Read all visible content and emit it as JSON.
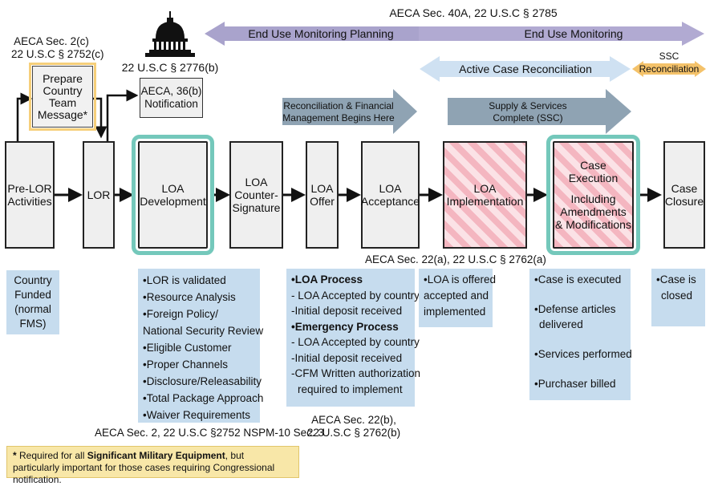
{
  "legal": {
    "aeca40a": "AECA Sec. 40A, 22 U.S.C § 2785",
    "aeca2c_line1": "AECA Sec. 2(c)",
    "aeca2c_line2": "22 U.S.C § 2752(c)",
    "usc2776b": "22 U.S.C § 2776(b)",
    "aeca22a": "AECA Sec. 22(a), 22 U.S.C § 2762(a)",
    "aeca2_nspm": "AECA Sec. 2, 22 U.S.C §2752 NSPM-10 Sec. 3",
    "aeca22b_line1": "AECA Sec. 22(b),",
    "aeca22b_line2": "22 U.S.C § 2762(b)"
  },
  "arrows": {
    "end_use_planning": "End Use Monitoring Planning",
    "end_use_monitoring": "End Use Monitoring",
    "active_case_reconciliation": "Active Case Reconciliation",
    "ssc_line1": "SSC",
    "ssc_line2": "Reconciliation",
    "recon_line1": "Reconciliation & Financial",
    "recon_line2": "Management Begins Here",
    "supply_line1": "Supply & Services",
    "supply_line2": "Complete (SSC)"
  },
  "top_boxes": {
    "prepare_country": [
      "Prepare",
      "Country",
      "Team",
      "Message*"
    ],
    "notification": [
      "AECA, 36(b)",
      "Notification"
    ]
  },
  "stages": {
    "pre_lor": [
      "Pre-LOR",
      "Activities"
    ],
    "lor": [
      "LOR"
    ],
    "loa_development": [
      "LOA",
      "Development"
    ],
    "loa_countersignature": [
      "LOA",
      "Counter-",
      "Signature"
    ],
    "loa_offer": [
      "LOA",
      "Offer"
    ],
    "loa_acceptance": [
      "LOA",
      "Acceptance"
    ],
    "loa_implementation": [
      "LOA",
      "Implementation"
    ],
    "case_execution": [
      "Case",
      "Execution",
      "",
      "Including",
      "Amendments",
      "& Modifications"
    ],
    "case_closure": [
      "Case",
      "Closure"
    ]
  },
  "notes": {
    "country_funded": [
      "Country",
      "Funded",
      "(normal",
      "FMS)"
    ],
    "loa_development": [
      "•LOR is validated",
      "•Resource Analysis",
      "•Foreign Policy/",
      "National Security Review",
      "•Eligible Customer",
      "•Proper Channels",
      "•Disclosure/Releasability",
      "•Total Package Approach",
      "•Waiver Requirements"
    ],
    "loa_process_title": "•LOA Process",
    "loa_process_items": [
      "- LOA Accepted by country",
      "-Initial deposit received"
    ],
    "emergency_title": "•Emergency Process",
    "emergency_items": [
      "- LOA Accepted by country",
      "-Initial deposit received",
      "-CFM Written authorization",
      "required to implement"
    ],
    "implementation": [
      "•LOA is offered",
      "accepted and",
      "implemented"
    ],
    "execution": [
      "•Case is executed",
      "•Defense articles",
      "delivered",
      "•Services performed",
      "•Purchaser billed"
    ],
    "closure": [
      "•Case is",
      "closed"
    ]
  },
  "footnote": {
    "star": "*",
    "part1": " Required for all ",
    "bold": "Significant Military Equipment",
    "part2": ", but particularly important for those cases requiring Congressional notification."
  },
  "colors": {
    "purple_arrow": "#a9a3cc",
    "light_blue_arrow": "#cfe1f2",
    "steel_arrow": "#8fa3b3",
    "ssc_arrow": "#f4c26a",
    "note_bg": "#c6dcee",
    "highlight": "#74c8bb",
    "stripe": "#f4b6c0"
  }
}
